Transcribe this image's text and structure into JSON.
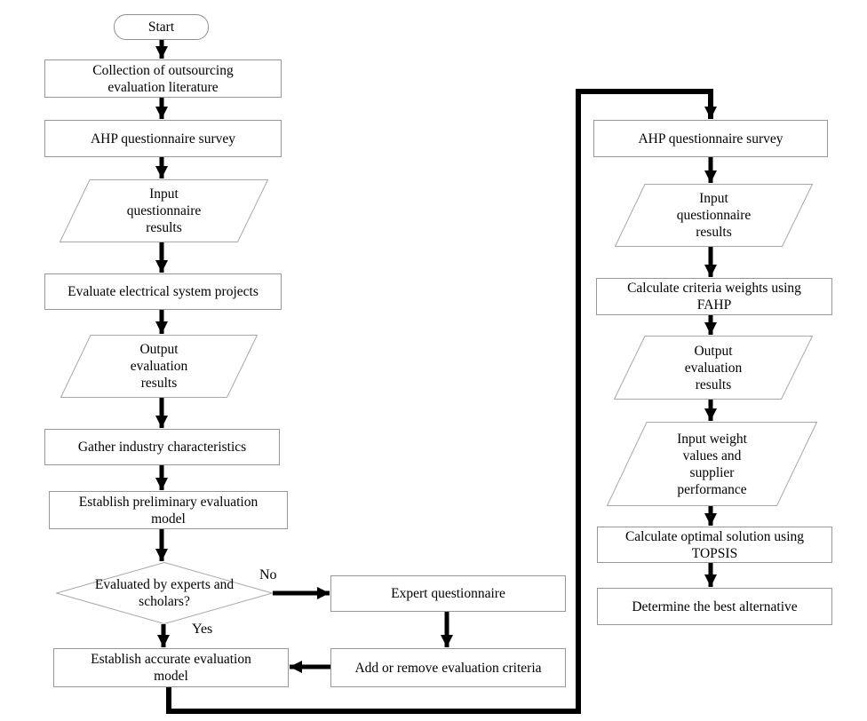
{
  "colors": {
    "arrow_line": "#000000",
    "process_border": "#979797",
    "shape_border": "#a8a8a8",
    "shape_fill": "#ffffff",
    "text": "#000000",
    "background": "#ffffff"
  },
  "flow": {
    "start": "Start",
    "branch_no": "No",
    "branch_yes": "Yes",
    "left": {
      "collect": "Collection of outsourcing\nevaluation literature",
      "ahp_survey": "AHP questionnaire survey",
      "input_results": "Input\nquestionnaire\nresults",
      "evaluate_projects": "Evaluate electrical system projects",
      "output_results": "Output\nevaluation\nresults",
      "gather": "Gather industry characteristics",
      "prelim_model": "Establish preliminary evaluation\nmodel",
      "decision": "Evaluated by experts and\nscholars?",
      "accurate_model": "Establish accurate evaluation\nmodel",
      "expert_q": "Expert questionnaire",
      "add_remove": "Add or remove evaluation criteria"
    },
    "right": {
      "ahp_survey": "AHP questionnaire survey",
      "input_results": "Input\nquestionnaire\nresults",
      "calc_fahp": "Calculate criteria weights using\nFAHP",
      "output_results": "Output\nevaluation\nresults",
      "input_weights": "Input weight\nvalues and\nsupplier\nperformance",
      "calc_topsis": "Calculate optimal solution using\nTOPSIS",
      "best_alt": "Determine the best alternative"
    }
  }
}
